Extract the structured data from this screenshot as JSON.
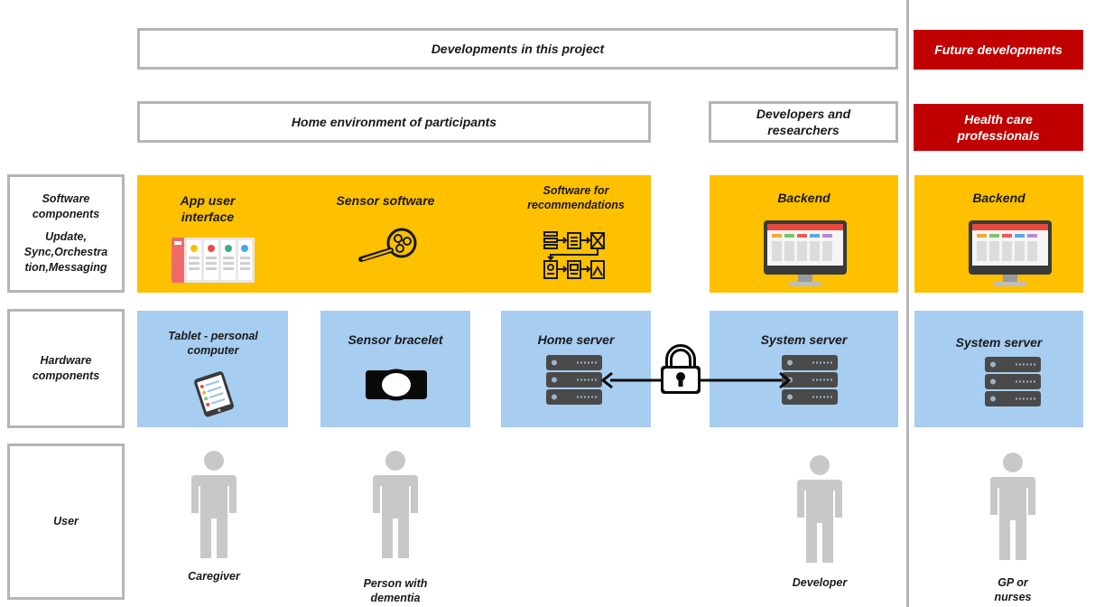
{
  "headers": {
    "project": "Developments in this project",
    "future": "Future developments",
    "home": "Home environment of participants",
    "developers": "Developers and researchers",
    "health": "Health care professionals"
  },
  "row_labels": {
    "software": "Software components",
    "software_note": "Update, Sync,Orchestra tion,Messaging",
    "hardware": "Hardware components",
    "user": "User"
  },
  "software": {
    "app_ui": "App user interface",
    "sensor_software": "Sensor software",
    "recommendations": "Software for recommendations",
    "backend_dev": "Backend",
    "backend_future": "Backend"
  },
  "hardware": {
    "tablet": "Tablet - personal computer",
    "bracelet": "Sensor bracelet",
    "home_server": "Home server",
    "system_server_dev": "System server",
    "system_server_future": "System server"
  },
  "users": {
    "caregiver": "Caregiver",
    "person_dementia": "Person with dementia",
    "developer": "Developer",
    "gp": "GP or nurses"
  },
  "colors": {
    "software_bg": "#ffc000",
    "hardware_bg": "#a7cdf1",
    "future_bg": "#c00000",
    "border": "#b5b5b5",
    "person": "#c8c8c8"
  },
  "icons": {
    "app_ui": "app-ui-icon",
    "sensor_software": "magnifier-nodes-icon",
    "recommendations": "flowchart-icon",
    "backend": "monitor-dashboard-icon",
    "tablet": "tablet-icon",
    "bracelet": "bracelet-icon",
    "server": "server-rack-icon",
    "lock": "padlock-icon",
    "person": "person-icon"
  }
}
